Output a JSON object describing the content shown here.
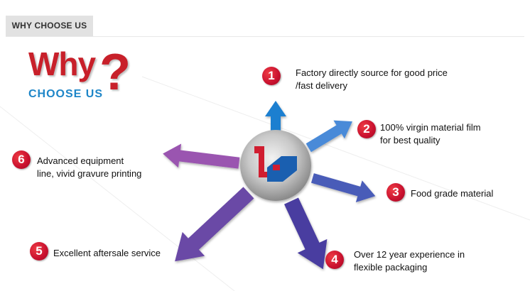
{
  "tab": {
    "label": "WHY CHOOSE US"
  },
  "heading": {
    "why": "Why",
    "question": "?",
    "choose": "CHOOSE US"
  },
  "features": [
    {
      "num": "1",
      "line1": "Factory directly source for good price",
      "line2": "/fast delivery"
    },
    {
      "num": "2",
      "line1": "100% virgin material film",
      "line2": "for best quality"
    },
    {
      "num": "3",
      "line1": "Food grade material",
      "line2": ""
    },
    {
      "num": "4",
      "line1": "Over 12 year experience in",
      "line2": "flexible packaging"
    },
    {
      "num": "5",
      "line1": "Excellent aftersale service",
      "line2": ""
    },
    {
      "num": "6",
      "line1": "Advanced equipment",
      "line2": "line, vivid gravure printing"
    }
  ],
  "colors": {
    "brand_red": "#c8202a",
    "accent_blue": "#1e86c8",
    "arrow_1": "#1a7fd0",
    "arrow_2": "#4a8ad8",
    "arrow_3": "#4a5cb8",
    "arrow_4": "#4a3ea0",
    "arrow_5": "#6a4aa6",
    "arrow_6": "#9a55b0"
  },
  "logo": {
    "icon": "company-logo-icon"
  }
}
